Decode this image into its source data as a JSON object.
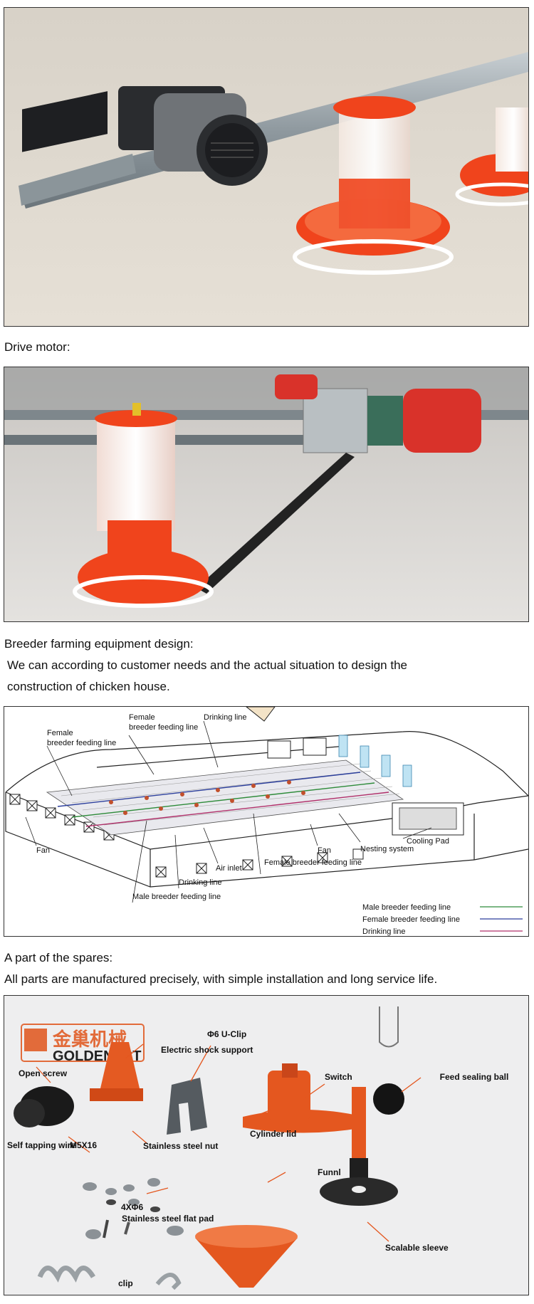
{
  "captions": {
    "drive_motor": "Drive motor:",
    "breeder_design": "Breeder farming equipment design:",
    "breeder_desc_1": "We can according to customer needs and the actual situation to design the",
    "breeder_desc_2": "construction of chicken house.",
    "spares_title": "A part of the spares:",
    "spares_desc": "All parts are manufactured precisely, with simple installation and long service life."
  },
  "diagram": {
    "labels": {
      "female_feed_top": "Female",
      "female_feed_top_2": "breeder feeding line",
      "drinking_top": "Drinking line",
      "female_feed_left": "Female",
      "female_feed_left_2": "breeder feeding line",
      "fan_left": "Fan",
      "fan_mid": "Fan",
      "nesting": "Nesting system",
      "cooling_pad": "Cooling Pad",
      "air_inlet": "Air inlet",
      "female_feed_bottom": "Female breeder feeding line",
      "drinking_bottom": "Drinking line",
      "male_feed_bottom": "Male breeder feeding line"
    },
    "legend": [
      {
        "label": "Male breeder feeding line",
        "color": "#2e8b3a"
      },
      {
        "label": "Female breeder feeding line",
        "color": "#2c3f9c"
      },
      {
        "label": "Drinking line",
        "color": "#b0306a"
      }
    ]
  },
  "spares": {
    "logo_cn": "金巢机械",
    "logo_en": "GOLDENEST",
    "labels": {
      "open_screw": "Open screw",
      "electric_shock": "Electric shock support",
      "u_clip": "Φ6 U-Clip",
      "switch": "Switch",
      "feed_ball": "Feed sealing ball",
      "self_tapping": "Self tapping wire",
      "m5x16": "M5X16",
      "steel_nut": "Stainless steel nut",
      "cylinder_lid": "Cylinder lid",
      "funnel": "Funnl",
      "four_phi": "4XΦ6",
      "flat_pad": "Stainless steel flat pad",
      "scalable_sleeve": "Scalable sleeve",
      "clip": "clip"
    }
  },
  "colors": {
    "feeder_orange": "#f0441c",
    "pipe_grey": "#9aa3a8",
    "motor_red": "#d9322a"
  }
}
